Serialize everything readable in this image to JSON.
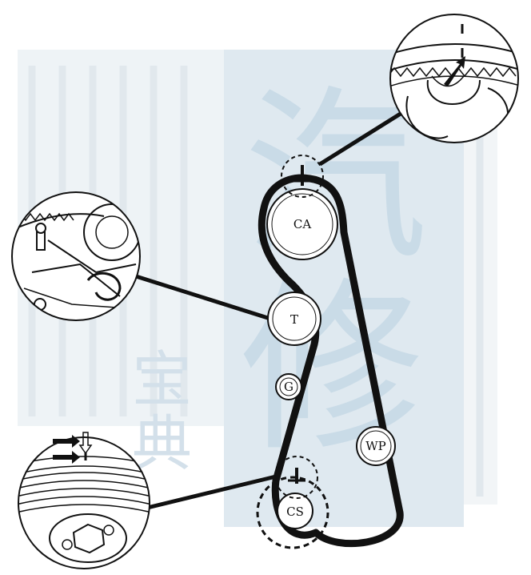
{
  "pulleys": [
    {
      "id": "ca",
      "label": "CA"
    },
    {
      "id": "t",
      "label": "T"
    },
    {
      "id": "g",
      "label": "G"
    },
    {
      "id": "wp",
      "label": "WP"
    },
    {
      "id": "cs",
      "label": "CS"
    }
  ],
  "watermark": {
    "large_text": [
      "汽",
      "修"
    ],
    "small_text": [
      "宝",
      "典"
    ],
    "color": "#c9dbe7"
  },
  "colors": {
    "belt": "#111111",
    "outline": "#1a1a1a",
    "background": "#ffffff",
    "faded_text_block": "#dde7ee"
  },
  "callouts": [
    {
      "id": "camshaft-mark",
      "icon": "camshaft-sprocket-timing-mark-detail"
    },
    {
      "id": "tensioner",
      "icon": "tensioner-bolt-detail"
    },
    {
      "id": "crankshaft-mark",
      "icon": "crankshaft-pulley-timing-mark-detail"
    }
  ]
}
